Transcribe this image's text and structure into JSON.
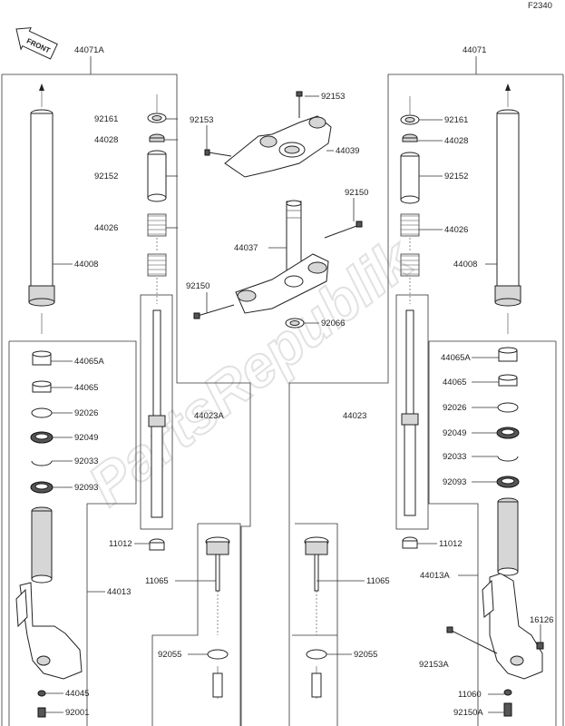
{
  "ref_code": "F2340",
  "front_label": "FRONT",
  "watermark": "PartsRepublik",
  "labels": {
    "l44071A": "44071A",
    "l44071": "44071",
    "l92153_top": "92153",
    "l92153_left": "92153",
    "l44039": "44039",
    "l92150_r": "92150",
    "l44037": "44037",
    "l92150_l": "92150",
    "l92066": "92066",
    "l92161_l": "92161",
    "l44028_l": "44028",
    "l92152_l": "92152",
    "l44026_l": "44026",
    "l44008_l": "44008",
    "l44065A_l": "44065A",
    "l44065_l": "44065",
    "l92026_l": "92026",
    "l92049_l": "92049",
    "l92033_l": "92033",
    "l92093_l": "92093",
    "l44013_l": "44013",
    "l44045": "44045",
    "l92001": "92001",
    "l44023A": "44023A",
    "l11012_l": "11012",
    "l11065_l": "11065",
    "l92055_l": "92055",
    "l92161_r": "92161",
    "l44028_r": "44028",
    "l92152_r": "92152",
    "l44026_r": "44026",
    "l44008_r": "44008",
    "l44023": "44023",
    "l44065A_r": "44065A",
    "l44065_r": "44065",
    "l92026_r": "92026",
    "l92049_r": "92049",
    "l92033_r": "92033",
    "l92093_r": "92093",
    "l11012_r": "11012",
    "l11065_r": "11065",
    "l92055_r": "92055",
    "l44013A": "44013A",
    "l16126": "16126",
    "l92153A": "92153A",
    "l11060": "11060",
    "l92150A": "92150A"
  }
}
